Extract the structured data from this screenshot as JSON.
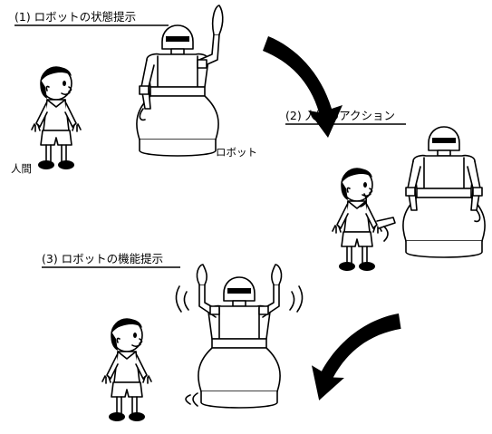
{
  "steps": [
    {
      "title": "(1) ロボットの状態提示"
    },
    {
      "title": "(2) 人間のアクション"
    },
    {
      "title": "(3) ロボットの機能提示"
    }
  ],
  "labels": {
    "human": "人間",
    "robot": "ロボット"
  },
  "colors": {
    "ink": "#000000",
    "background": "#ffffff",
    "skin": "#ffffff",
    "hair": "#000000",
    "arrow": "#000000"
  },
  "icons": [
    "boy-figure",
    "robot-figure",
    "curved-arrow",
    "motion-lines"
  ]
}
